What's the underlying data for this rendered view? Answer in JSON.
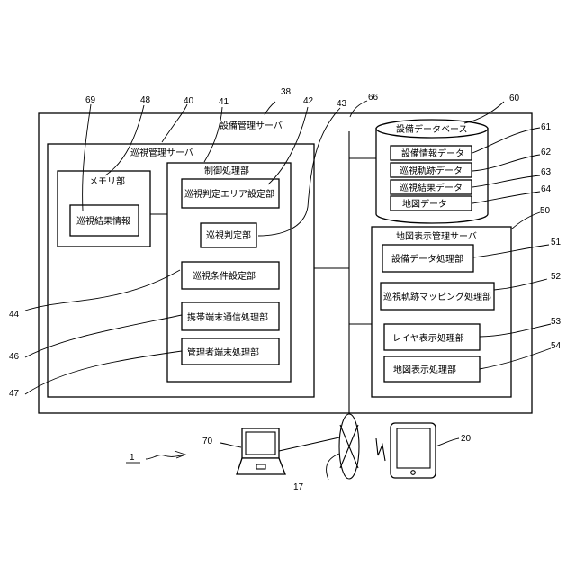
{
  "labels": {
    "equipment_server": "設備管理サーバ",
    "patrol_server": "巡視管理サーバ",
    "memory_unit": "メモリ部",
    "patrol_result_info": "巡視結果情報",
    "control_unit": "制御処理部",
    "area_setting_unit": "巡視判定エリア設定部",
    "judgment_unit": "巡視判定部",
    "condition_setting_unit": "巡視条件設定部",
    "mobile_comm_unit": "携帯端末通信処理部",
    "admin_terminal_unit": "管理者端末処理部",
    "database": "設備データベース",
    "equipment_info_data": "設備情報データ",
    "patrol_track_data": "巡視軌跡データ",
    "patrol_result_data": "巡視結果データ",
    "map_data": "地図データ",
    "map_server": "地図表示管理サーバ",
    "equipment_data_unit": "設備データ処理部",
    "track_mapping_unit": "巡視軌跡マッピング処理部",
    "layer_display_unit": "レイヤ表示処理部",
    "map_display_unit": "地図表示処理部"
  },
  "refs": {
    "r1": "1",
    "r17": "17",
    "r20": "20",
    "r38": "38",
    "r40": "40",
    "r41": "41",
    "r42": "42",
    "r43": "43",
    "r44": "44",
    "r46": "46",
    "r47": "47",
    "r48": "48",
    "r50": "50",
    "r51": "51",
    "r52": "52",
    "r53": "53",
    "r54": "54",
    "r60": "60",
    "r61": "61",
    "r62": "62",
    "r63": "63",
    "r64": "64",
    "r66": "66",
    "r69": "69",
    "r70": "70"
  }
}
